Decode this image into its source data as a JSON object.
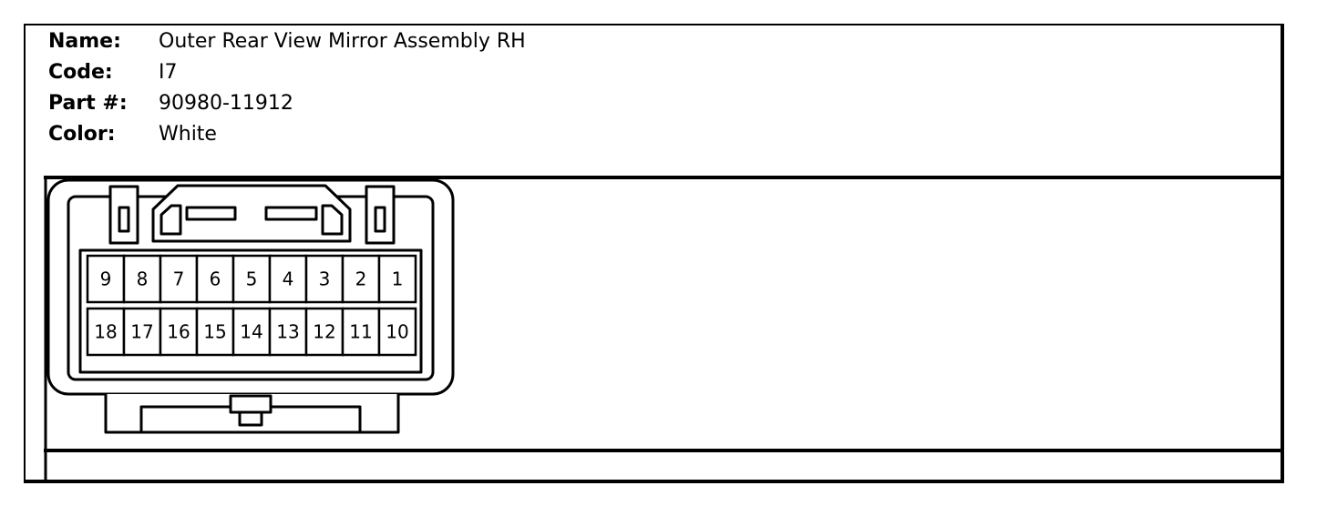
{
  "connector": {
    "name_label": "Name:",
    "name_value": "Outer Rear View Mirror Assembly RH",
    "code_label": "Code:",
    "code_value": "I7",
    "part_label": "Part #:",
    "part_value": "90980-11912",
    "color_label": "Color:",
    "color_value": "White"
  },
  "pins": {
    "top_row": [
      "9",
      "8",
      "7",
      "6",
      "5",
      "4",
      "3",
      "2",
      "1"
    ],
    "bottom_row": [
      "18",
      "17",
      "16",
      "15",
      "14",
      "13",
      "12",
      "11",
      "10"
    ]
  }
}
